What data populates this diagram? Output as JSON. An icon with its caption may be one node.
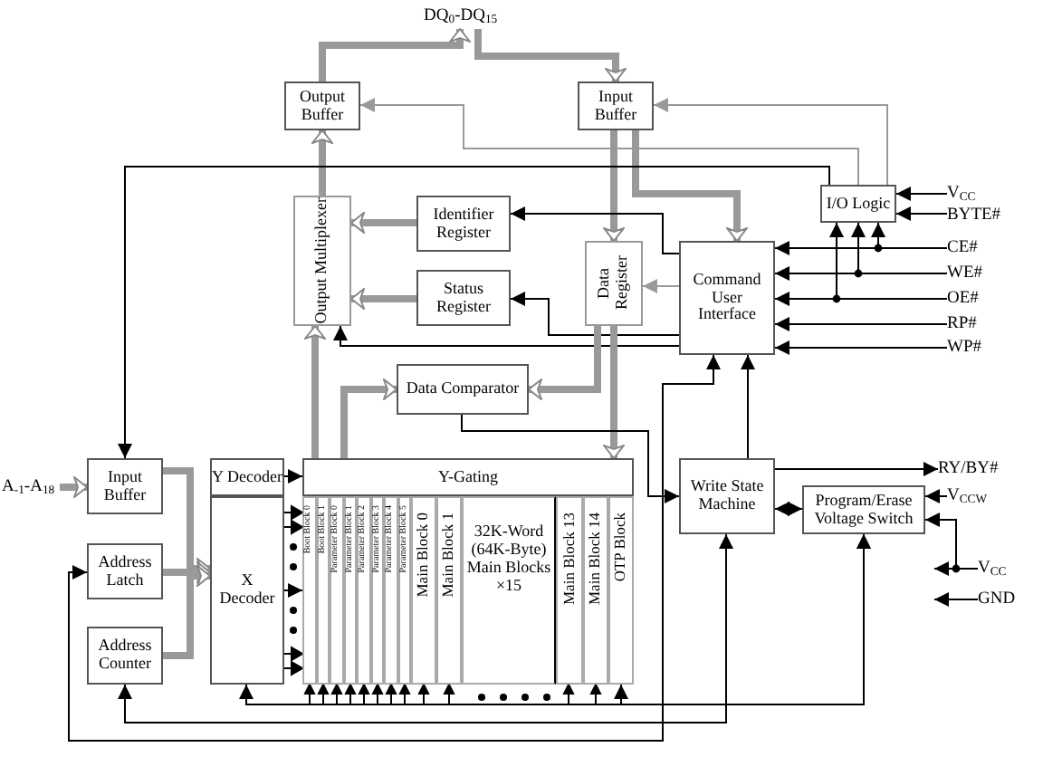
{
  "diagram": {
    "nodes": [
      {
        "text": [
          "Output Buffer"
        ]
      },
      {
        "text": [
          "Input Buffer"
        ]
      },
      {
        "text": [
          "Output Multiplexer"
        ]
      },
      {
        "text": [
          "Identifier Register"
        ]
      },
      {
        "text": [
          "Status Register"
        ]
      },
      {
        "text": [
          "Data Register"
        ]
      },
      {
        "text": [
          "Command User Interface"
        ]
      },
      {
        "text": [
          "I/O Logic"
        ]
      },
      {
        "text": [
          "Data Comparator"
        ]
      },
      {
        "text": [
          "Input Buffer"
        ]
      },
      {
        "text": [
          "Address Latch"
        ]
      },
      {
        "text": [
          "Address Counter"
        ]
      },
      {
        "text": [
          "Y Decoder"
        ]
      },
      {
        "text": [
          "X Decoder"
        ]
      },
      {
        "text": [
          "Y-Gating"
        ]
      },
      {
        "text": [],
        "shape": "box"
      },
      {
        "text": [
          "Write State Machine"
        ]
      },
      {
        "text": [
          "Program/Erase Voltage Switch"
        ]
      },
      {
        "text": [
          "DQ$_{0}$-DQ$_{15}$"
        ]
      },
      {
        "text": [
          "A$_{-1}$-A$_{18}$"
        ]
      },
      {
        "text": [
          "V$_{CC}$"
        ]
      },
      {
        "text": [
          "BYTE#"
        ]
      },
      {
        "text": [
          "CE#"
        ]
      },
      {
        "text": [
          "WE#"
        ]
      },
      {
        "text": [
          "OE#"
        ]
      },
      {
        "text": [
          "RP#"
        ]
      },
      {
        "text": [
          "WP#"
        ]
      },
      {
        "text": [
          "RY/BY#"
        ]
      },
      {
        "text": [
          "V$_{CCW}$"
        ]
      },
      {
        "text": [
          "V$_{CC}$"
        ]
      },
      {
        "text": [
          "GND"
        ]
      },
      {
        "text": [
          "Boot Block 0"
        ],
        "in": 15
      },
      {
        "text": [
          "Boot Block 1"
        ],
        "in": 15
      },
      {
        "text": [
          "Parameter Block 0"
        ],
        "in": 15
      },
      {
        "text": [
          "Parameter Block 1"
        ],
        "in": 15
      },
      {
        "text": [
          "Parameter Block 2"
        ],
        "in": 15
      },
      {
        "text": [
          "Parameter Block 3"
        ],
        "in": 15
      },
      {
        "text": [
          "Parameter Block 4"
        ],
        "in": 15
      },
      {
        "text": [
          "Parameter Block 5"
        ],
        "in": 15
      },
      {
        "text": [
          "Main Block 0"
        ],
        "in": 15
      },
      {
        "text": [
          "Main Block 1"
        ],
        "in": 15
      },
      {
        "text": [
          "32K-Word (64K-Byte) Main Blocks ×15"
        ],
        "in": 15
      },
      {
        "text": [
          "Main Block 13"
        ],
        "in": 15
      },
      {
        "text": [
          "Main Block 14"
        ],
        "in": 15
      },
      {
        "text": [
          "OTP Block"
        ],
        "in": 15
      }
    ],
    "edges": [
      {
        "from": 0,
        "to": 18,
        "arrow": "to",
        "style": "thick",
        "color": "#999999"
      },
      {
        "from": 18,
        "to": 1,
        "arrow": "to",
        "style": "thick",
        "color": "#999999"
      },
      {
        "from": 2,
        "to": 0,
        "arrow": "to",
        "style": "thick",
        "color": "#999999"
      },
      {
        "from": 3,
        "to": 2,
        "arrow": "to",
        "style": "thick",
        "color": "#999999"
      },
      {
        "from": 4,
        "to": 2,
        "arrow": "to",
        "style": "thick",
        "color": "#999999"
      },
      {
        "from": 1,
        "to": 5,
        "arrow": "to",
        "style": "thick",
        "color": "#999999"
      },
      {
        "from": 1,
        "to": 6,
        "arrow": "to",
        "style": "thick",
        "color": "#999999"
      },
      {
        "from": 6,
        "to": 5,
        "arrow": "to",
        "color": "#999999"
      },
      {
        "from": 6,
        "to": 3,
        "arrow": "to"
      },
      {
        "from": 6,
        "to": 4,
        "arrow": "to"
      },
      {
        "from": 6,
        "to": 2,
        "arrow": "to"
      },
      {
        "from": 7,
        "to": 1,
        "arrow": "to",
        "color": "#999999"
      },
      {
        "from": 7,
        "to": 0,
        "arrow": "to",
        "color": "#999999"
      },
      {
        "from": 7,
        "to": 9,
        "arrow": "to"
      },
      {
        "from": 20,
        "to": 7,
        "arrow": "to"
      },
      {
        "from": 21,
        "to": 7,
        "arrow": "to"
      },
      {
        "from": 22,
        "to": 6,
        "arrow": "to"
      },
      {
        "from": 22,
        "to": 7,
        "arrow": "to"
      },
      {
        "from": 23,
        "to": 6,
        "arrow": "to"
      },
      {
        "from": 23,
        "to": 7,
        "arrow": "to"
      },
      {
        "from": 24,
        "to": 6,
        "arrow": "to"
      },
      {
        "from": 24,
        "to": 7,
        "arrow": "to"
      },
      {
        "from": 25,
        "to": 6,
        "arrow": "to"
      },
      {
        "from": 26,
        "to": 6,
        "arrow": "to"
      },
      {
        "from": 14,
        "to": 2,
        "arrow": "to",
        "style": "thick",
        "color": "#999999"
      },
      {
        "from": 5,
        "to": 14,
        "arrow": "to",
        "style": "thick",
        "color": "#999999"
      },
      {
        "from": 14,
        "to": 8,
        "arrow": "to",
        "style": "thick",
        "color": "#999999"
      },
      {
        "from": 5,
        "to": 8,
        "arrow": "to",
        "style": "thick",
        "color": "#999999"
      },
      {
        "from": 8,
        "to": 16,
        "arrow": "to"
      },
      {
        "from": 16,
        "to": 6,
        "arrow": "to"
      },
      {
        "from": 10,
        "to": 6,
        "arrow": "both"
      },
      {
        "from": 11,
        "to": 16,
        "arrow": "both"
      },
      {
        "from": 17,
        "to": 13,
        "arrow": "both"
      },
      {
        "from": 17,
        "to": 15,
        "arrow": "both"
      },
      {
        "from": 16,
        "to": 17,
        "arrow": "both"
      },
      {
        "from": 16,
        "to": 27,
        "arrow": "to"
      },
      {
        "from": 28,
        "to": 17,
        "arrow": "to"
      },
      {
        "from": 29,
        "to": 17,
        "arrow": "to"
      },
      {
        "from": 29,
        "to": null,
        "arrow": "to"
      },
      {
        "from": 30,
        "to": null,
        "arrow": "to"
      },
      {
        "from": 19,
        "to": 9,
        "arrow": "to",
        "style": "thick",
        "color": "#999999"
      },
      {
        "from": 9,
        "to": 13,
        "arrow": "to",
        "style": "thick",
        "color": "#999999"
      },
      {
        "from": 10,
        "to": 13,
        "arrow": "to",
        "style": "thick",
        "color": "#999999"
      },
      {
        "from": 11,
        "to": 13,
        "arrow": "to",
        "style": "thick",
        "color": "#999999"
      },
      {
        "from": 12,
        "to": 14,
        "arrow": "to"
      },
      {
        "from": 13,
        "to": 15,
        "arrow": "to"
      }
    ]
  }
}
